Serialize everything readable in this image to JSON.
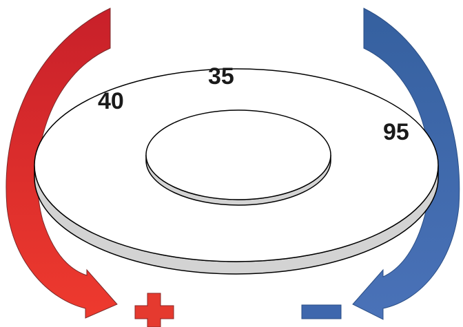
{
  "labels": {
    "left": "40",
    "top": "35",
    "right": "95"
  },
  "symbols": {
    "plus": "plus-icon",
    "minus": "minus-icon"
  },
  "colors": {
    "red_arrow": "#e8312b",
    "red_arrow_dark": "#c8202a",
    "blue_arrow": "#3e67ad",
    "blue_arrow_dark": "#35609f",
    "plus": "#e53a2f",
    "minus": "#3e67ad",
    "ring_top": "#ffffff",
    "ring_side": "#d3d3d3",
    "outline": "#000000"
  }
}
